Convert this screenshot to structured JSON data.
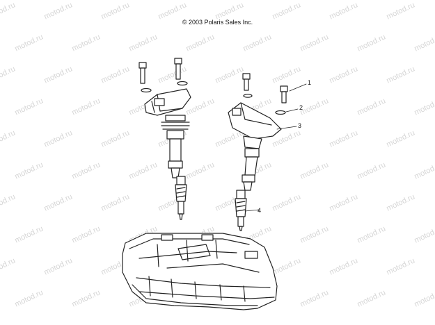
{
  "copyright": "© 2003 Polaris Sales Inc.",
  "callouts": [
    {
      "num": "1"
    },
    {
      "num": "2"
    },
    {
      "num": "3"
    },
    {
      "num": "4"
    }
  ],
  "watermark": "motod.ru",
  "colors": {
    "line": "#222222",
    "watermark": "#d6d6d6"
  }
}
